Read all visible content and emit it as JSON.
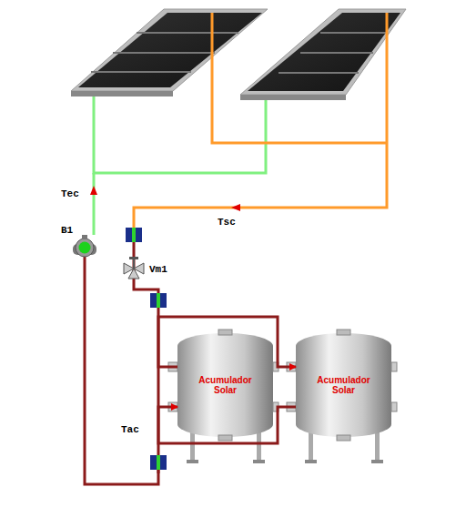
{
  "diagram": {
    "nodes": [
      {
        "text": [
          "Acumulador Solar"
        ]
      },
      {
        "text": [
          "Acumulador Solar"
        ]
      }
    ],
    "edges": [
      {
        "from": 0,
        "to": 1,
        "arrow": "to"
      },
      {
        "from": 1,
        "to": 0,
        "arrow": "to"
      }
    ],
    "labels": [
      "Tec",
      "Tsc",
      "B1",
      "Vm1",
      "Tac"
    ]
  }
}
